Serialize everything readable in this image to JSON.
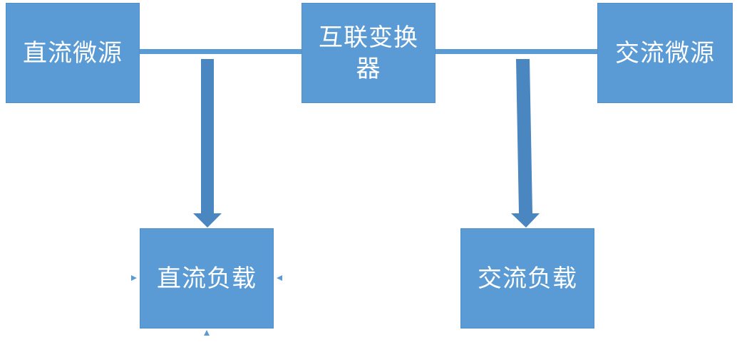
{
  "diagram": {
    "nodes": [
      {
        "id": "dc_source",
        "label": "直流微源"
      },
      {
        "id": "converter",
        "label": "互联变换器"
      },
      {
        "id": "ac_source",
        "label": "交流微源"
      },
      {
        "id": "dc_load",
        "label": "直流负载"
      },
      {
        "id": "ac_load",
        "label": "交流负载"
      }
    ],
    "edges": [
      {
        "from": "dc_source",
        "to": "converter",
        "kind": "line"
      },
      {
        "from": "converter",
        "to": "ac_source",
        "kind": "line"
      },
      {
        "from": "dc_source",
        "to": "dc_load",
        "kind": "arrow"
      },
      {
        "from": "ac_source",
        "to": "ac_load",
        "kind": "arrow"
      }
    ]
  },
  "colors": {
    "box_fill": "#5b9bd5",
    "box_border": "#4f8fcb",
    "connector": "#5b9bd5",
    "arrow": "#4a86bf",
    "label": "#ffffff"
  }
}
